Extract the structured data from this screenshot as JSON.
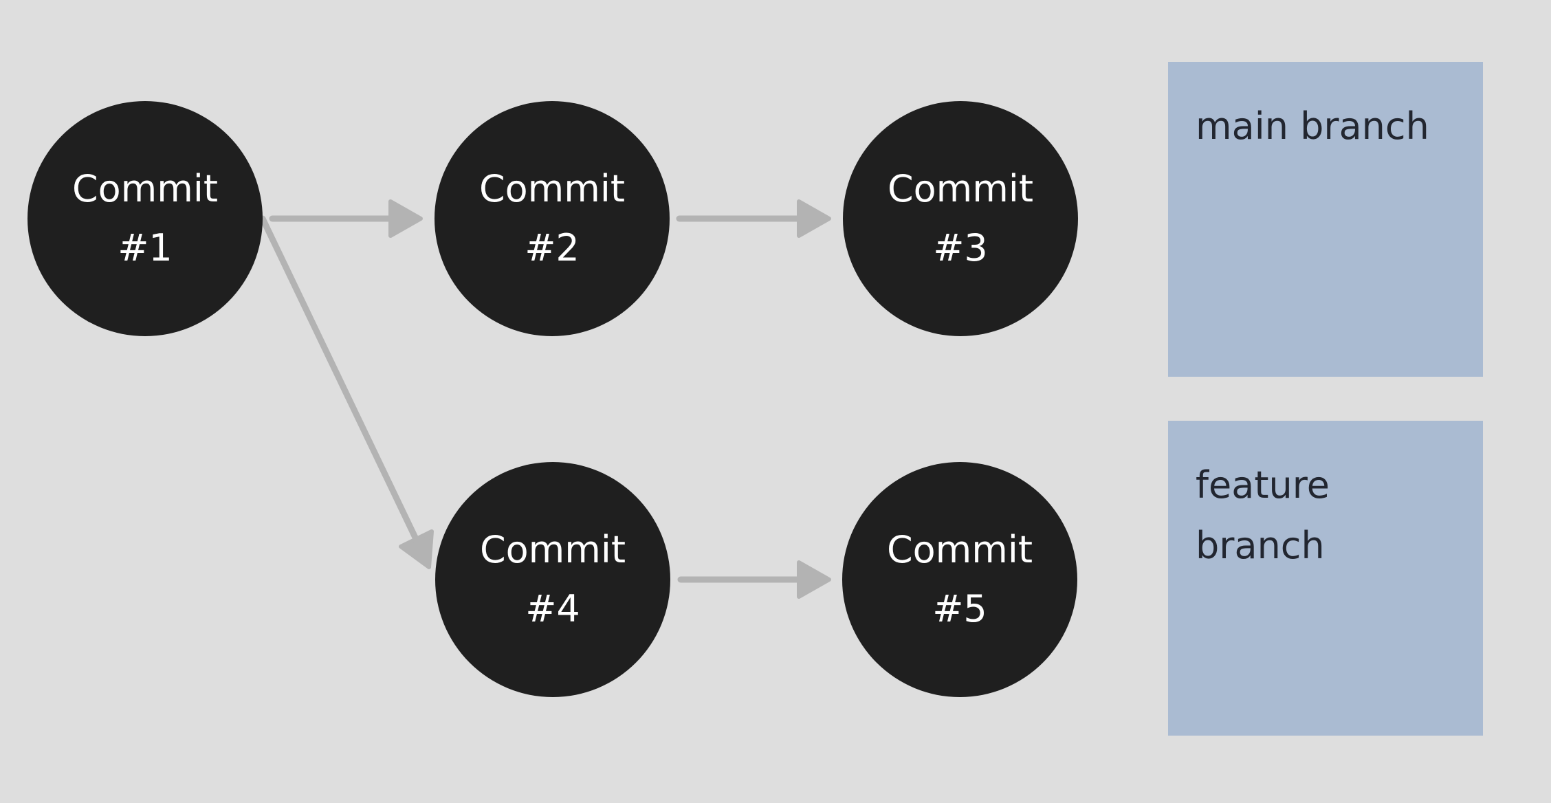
{
  "colors": {
    "background": "#dedede",
    "node_fill": "#1f1f1f",
    "node_text": "#ffffff",
    "edge": "#b3b3b3",
    "label_box_fill": "#aabbd2",
    "label_box_text": "#222630"
  },
  "commits": [
    {
      "word": "Commit",
      "number": "#1"
    },
    {
      "word": "Commit",
      "number": "#2"
    },
    {
      "word": "Commit",
      "number": "#3"
    },
    {
      "word": "Commit",
      "number": "#4"
    },
    {
      "word": "Commit",
      "number": "#5"
    }
  ],
  "edges": [
    {
      "from": "#1",
      "to": "#2"
    },
    {
      "from": "#2",
      "to": "#3"
    },
    {
      "from": "#1",
      "to": "#4"
    },
    {
      "from": "#4",
      "to": "#5"
    }
  ],
  "branches": {
    "main": {
      "label": "main branch"
    },
    "feature": {
      "label_line1": "feature",
      "label_line2": "branch"
    }
  }
}
